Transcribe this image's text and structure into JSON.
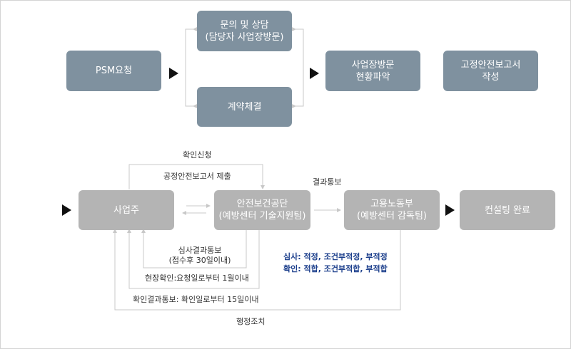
{
  "top_flow": {
    "psm_request": "PSM요청",
    "inquiry": "문의 및 상담\n(담당자 사업장방문)",
    "contract": "계약체결",
    "site_visit": "사업장방문\n현황파악",
    "report": "고정안전보고서\n작성"
  },
  "bottom_flow": {
    "business": "사업주",
    "kosha": "안전보건공단\n(예방센터 기술지원팀)",
    "moel": "고용노동부\n(예방센터 감독팀)",
    "complete": "컨설팅 완료"
  },
  "labels": {
    "confirm_request": "확인신청",
    "report_submit": "공정안전보고서 제출",
    "result_notice": "결과통보",
    "review_notice": "심사결과통보\n(접수후 30일이내)",
    "onsite_check": "현장확인:요청일로부터 1월이내",
    "confirm_notice": "확인결과통보: 확인일로부터 15일이내",
    "admin_action": "행정조치",
    "review_types": "심사: 적정, 조건부적정, 부적정",
    "confirm_types": "확인: 적합, 조건부적합, 부적합"
  },
  "colors": {
    "top_box": "#7f919f",
    "bottom_box": "#b4b4b4",
    "arrow": "#111111",
    "highlight_text": "#1c3f8c"
  }
}
